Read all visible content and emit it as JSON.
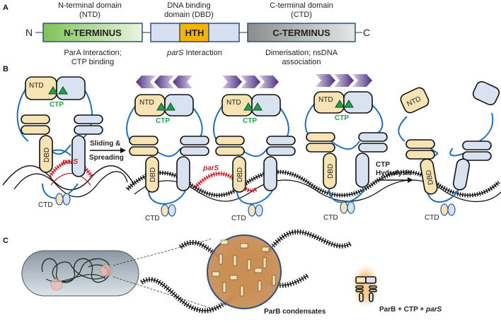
{
  "panels": {
    "a": "A",
    "b": "B",
    "c": "C"
  },
  "panel_a": {
    "n_label": "N",
    "c_label": "C",
    "domains": [
      {
        "title_line1": "N-terminal domain",
        "title_line2": "(NTD)",
        "box_label": "N-TERMINUS",
        "function_line1": "ParA Interaction;",
        "function_line2": "CTP binding",
        "color": "#9fd07a"
      },
      {
        "title_line1": "DNA binding",
        "title_line2": "domain (DBD)",
        "box_label": "HTH",
        "function_italic": "parS",
        "function_rest": " Interaction",
        "color": "#f5b400"
      },
      {
        "title_line1": "C-terminal domain",
        "title_line2": "(CTD)",
        "box_label": "C-TERMINUS",
        "function_line1": "Dimerisation; nsDNA",
        "function_line2": "association",
        "color": "#9a9a9a"
      }
    ]
  },
  "panel_b": {
    "ntd": "NTD",
    "dbd": "DBD",
    "ctd": "CTD",
    "ctp": "CTP",
    "pars": "parS",
    "arrow1_line1": "Sliding &",
    "arrow1_line2": "Spreading",
    "arrow2_line1": "CTP",
    "arrow2_line2": "Hydrolysis",
    "colors": {
      "ntd_yellow": "#f7e3b3",
      "partner_blue": "#d9e2f0",
      "linker": "#1f6fbd",
      "ctp_green": "#23a048",
      "pars_red": "#c0202a",
      "chevron": "#6b4f96"
    }
  },
  "panel_c": {
    "condensate_label": "ParB condensates",
    "legend_prefix": "ParB + CTP + ",
    "legend_italic": "parS"
  }
}
